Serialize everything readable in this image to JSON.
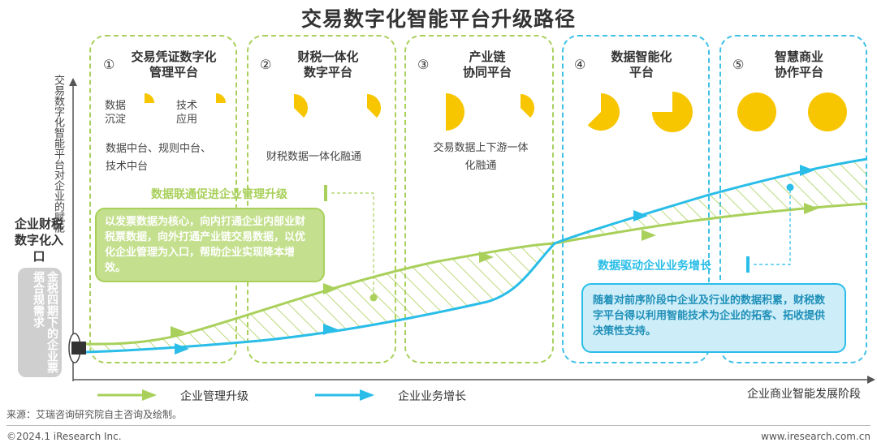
{
  "title": "交易数字化智能平台升级路径",
  "y_axis_label": "交易数字化智能平台对企业的赋能",
  "x_axis_label": "企业商业智能发展阶段",
  "entry": {
    "label": "企业财税数字化入口",
    "badge": "金税四期下的企业票据合规需求"
  },
  "phases": [
    {
      "num": "①",
      "title": "交易凭证数字化\n管理平台",
      "desc": "数据中台、规则中台、\n技术中台",
      "pies": [
        0.25,
        0.25
      ],
      "pie_labels": [
        "数据\n沉淀",
        "技术\n应用"
      ],
      "style": "green"
    },
    {
      "num": "②",
      "title": "财税一体化\n数字平台",
      "desc": "财税数据一体化融通",
      "pies": [
        0.375,
        0.375
      ],
      "style": "green"
    },
    {
      "num": "③",
      "title": "产业链\n协同平台",
      "desc": "交易数据上下游一体\n化融通",
      "pies": [
        0.5,
        0.375
      ],
      "style": "green"
    },
    {
      "num": "④",
      "title": "数据智能化\n平台",
      "desc": "",
      "pies": [
        0.625,
        0.75
      ],
      "style": "blue"
    },
    {
      "num": "⑤",
      "title": "智慧商业\n协作平台",
      "desc": "",
      "pies": [
        1.0,
        1.0
      ],
      "style": "blue"
    }
  ],
  "callout_green": {
    "title": "数据联通促进企业管理升级",
    "text": "以发票数据为核心，向内打通企业内部业财税票数据，向外打通产业链交易数据，以优化企业管理为入口，帮助企业实现降本增效。"
  },
  "callout_blue": {
    "title": "数据驱动企业业务增长",
    "text": "随着对前序阶段中企业及行业的数据积累，财税数字平台得以利用智能技术为企业的拓客、拓收提供决策性支持。"
  },
  "legend": [
    {
      "label": "企业管理升级",
      "color": "#a9d05b"
    },
    {
      "label": "企业业务增长",
      "color": "#29bde8"
    }
  ],
  "colors": {
    "green": "#a9d05b",
    "blue": "#29bde8",
    "pie": "#f7c600",
    "green_box": "#c4e08e",
    "blue_box": "#cdeef9"
  },
  "source": "来源：艾瑞咨询研究院自主咨询及绘制。",
  "copyright": "©2024.1 iResearch Inc.",
  "website": "www.iresearch.com.cn"
}
